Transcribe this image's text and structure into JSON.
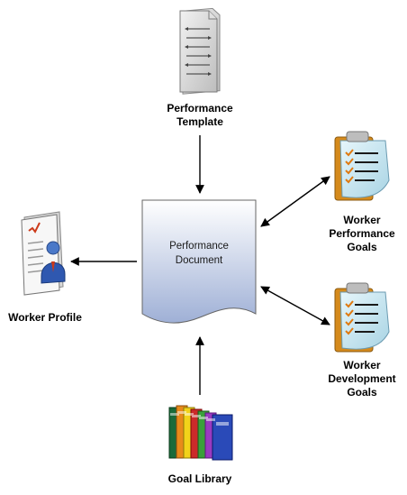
{
  "nodes": {
    "performance_template": {
      "label_lines": [
        "Performance",
        "Template"
      ],
      "icon": "document-pages-icon"
    },
    "performance_document": {
      "label_lines": [
        "Performance",
        "Document"
      ],
      "icon": "document-shape"
    },
    "worker_performance_goals": {
      "label_lines": [
        "Worker",
        "Performance",
        "Goals"
      ],
      "icon": "clipboard-checklist-icon"
    },
    "worker_development_goals": {
      "label_lines": [
        "Worker",
        "Development",
        "Goals"
      ],
      "icon": "clipboard-checklist-icon"
    },
    "worker_profile": {
      "label_lines": [
        "Worker Profile"
      ],
      "icon": "profile-card-icon"
    },
    "goal_library": {
      "label_lines": [
        "Goal Library"
      ],
      "icon": "books-icon"
    }
  },
  "edges": [
    {
      "from": "performance_template",
      "to": "performance_document",
      "direction": "one-way"
    },
    {
      "from": "performance_document",
      "to": "worker_performance_goals",
      "direction": "two-way"
    },
    {
      "from": "performance_document",
      "to": "worker_development_goals",
      "direction": "two-way"
    },
    {
      "from": "performance_document",
      "to": "worker_profile",
      "direction": "one-way"
    },
    {
      "from": "goal_library",
      "to": "performance_document",
      "direction": "one-way"
    }
  ],
  "colors": {
    "document_fill_top": "#ffffff",
    "document_fill_bottom": "#9fb0d6",
    "arrow": "#000000",
    "clipboard": "#d58a1c",
    "paper": "#cfe9f3",
    "checkmark": "#e07a10"
  }
}
